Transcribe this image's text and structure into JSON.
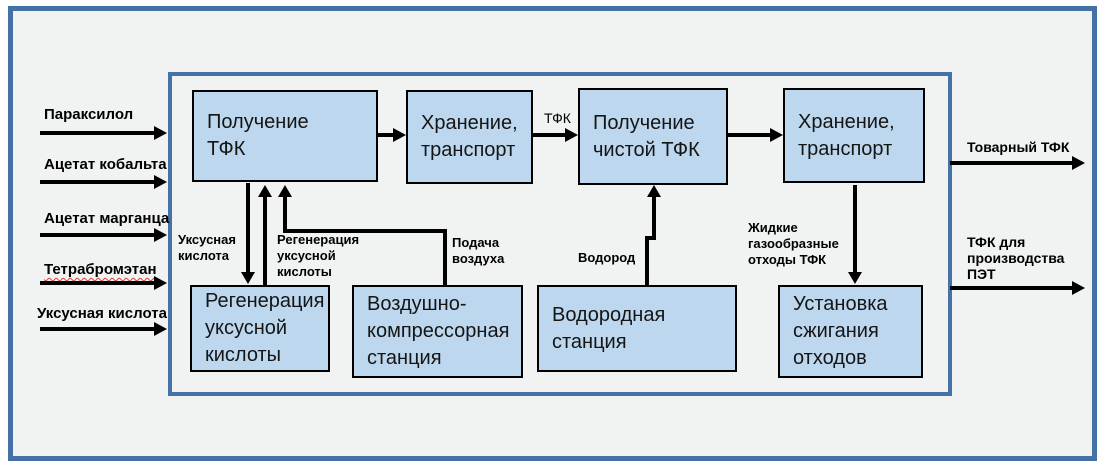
{
  "inputs": [
    {
      "label": "Параксилол"
    },
    {
      "label": "Ацетат кобальта"
    },
    {
      "label": "Ацетат марганца"
    },
    {
      "label": "Тетрабромэтан",
      "misspelled": true
    },
    {
      "label": "Уксусная кислота"
    }
  ],
  "outputs": [
    {
      "label": "Товарный ТФК"
    },
    {
      "label": "ТФК для\nпроизводства\nПЭТ"
    }
  ],
  "boxes": {
    "tfk_production": {
      "label": "Получение\nТФК"
    },
    "storage_transport_1": {
      "label": "Хранение,\nтранспорт"
    },
    "pure_tfk_production": {
      "label": "Получение\nчистой ТФК"
    },
    "storage_transport_2": {
      "label": "Хранение,\nтранспорт"
    },
    "acid_regeneration": {
      "label": "Регенерация\nуксусной\nкислоты"
    },
    "air_compressor_station": {
      "label": "Воздушно-\nкомпрессорная\nстанция"
    },
    "hydrogen_station": {
      "label": "Водородная\nстанция"
    },
    "waste_incineration": {
      "label": "Установка\nсжигания\nотходов"
    }
  },
  "flow_labels": {
    "tfk": "ТФК",
    "acetic_acid_down": "Уксусная\nкислота",
    "acetic_acid_regen": "Регенерация\nуксусной\nкислоты",
    "air_supply": "Подача\nвоздуха",
    "hydrogen": "Водород",
    "liquid_waste": "Жидкие\nгазообразные\nотходы ТФК"
  },
  "colors": {
    "frame_blue": "#4471A6",
    "box_fill": "#BDD7EE",
    "box_border": "#000000",
    "canvas_background": "#F1F2F2",
    "arrow_black": "#000000",
    "spellcheck_underline_red": "#E03C3C"
  }
}
